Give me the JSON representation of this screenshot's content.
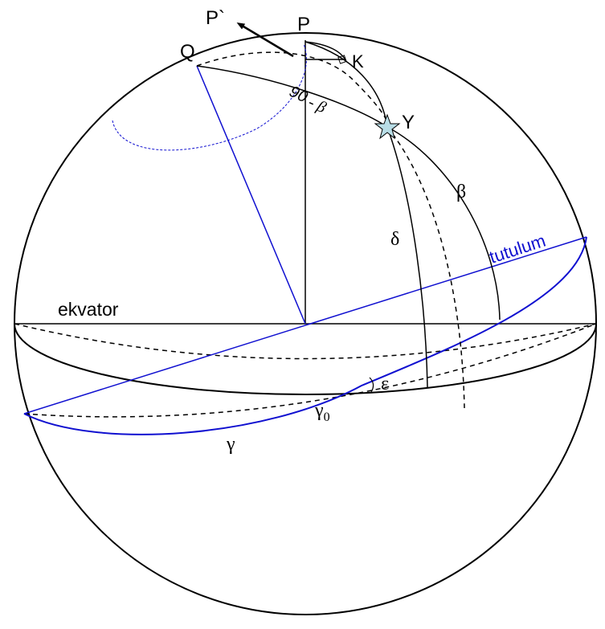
{
  "labels": {
    "p_prime": "P`",
    "p": "P",
    "q": "Q",
    "k": "K",
    "y": "Y",
    "ninety": "90",
    "minus_beta": "- β",
    "beta": "β",
    "delta": "δ",
    "tutulum": "tutulum",
    "ekvator": "ekvator",
    "epsilon": "ε",
    "gamma0_base": "γ",
    "gamma0_sub": "0",
    "gamma": "γ"
  },
  "colors": {
    "line": "#000000",
    "ecliptic": "#1010d0",
    "star_fill": "#b8dde6"
  }
}
